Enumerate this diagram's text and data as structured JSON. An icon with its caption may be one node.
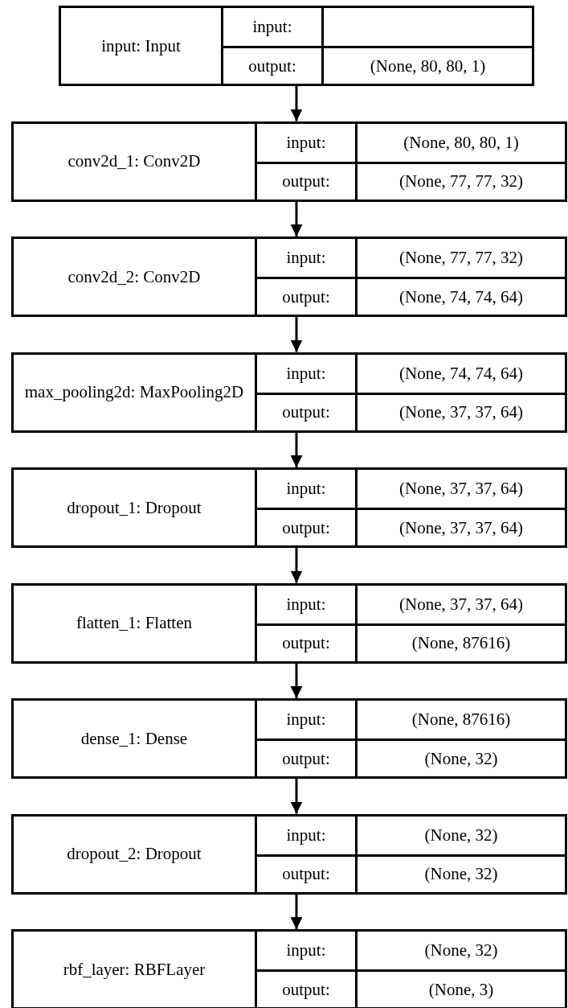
{
  "diagram": {
    "nodes": [
      {
        "text": [
          "input: Input",
          "input:",
          "output:",
          "(None, 80, 80, 1)"
        ]
      },
      {
        "text": [
          "conv2d_1: Conv2D",
          "input:",
          "(None, 80, 80, 1)",
          "output:",
          "(None, 77, 77, 32)"
        ]
      },
      {
        "text": [
          "conv2d_2: Conv2D",
          "input:",
          "(None, 77, 77, 32)",
          "output:",
          "(None, 74, 74, 64)"
        ]
      },
      {
        "text": [
          "max_pooling2d: MaxPooling2D",
          "input:",
          "(None, 74, 74, 64)",
          "output:",
          "(None, 37, 37, 64)"
        ]
      },
      {
        "text": [
          "dropout_1: Dropout",
          "input:",
          "(None, 37, 37, 64)",
          "output:",
          "(None, 37, 37, 64)"
        ]
      },
      {
        "text": [
          "flatten_1: Flatten",
          "input:",
          "(None, 37, 37, 64)",
          "output:",
          "(None, 87616)"
        ]
      },
      {
        "text": [
          "dense_1: Dense",
          "input:",
          "(None, 87616)",
          "output:",
          "(None, 32)"
        ]
      },
      {
        "text": [
          "dropout_2: Dropout",
          "input:",
          "(None, 32)",
          "output:",
          "(None, 32)"
        ]
      },
      {
        "text": [
          "rbf_layer: RBFLayer",
          "input:",
          "(None, 32)",
          "output:",
          "(None, 3)"
        ]
      }
    ],
    "edges": [
      {
        "from": 0,
        "to": 1,
        "arrow": "to"
      },
      {
        "from": 1,
        "to": 2,
        "arrow": "to"
      },
      {
        "from": 2,
        "to": 3,
        "arrow": "to"
      },
      {
        "from": 3,
        "to": 4,
        "arrow": "to"
      },
      {
        "from": 4,
        "to": 5,
        "arrow": "to"
      },
      {
        "from": 5,
        "to": 6,
        "arrow": "to"
      },
      {
        "from": 6,
        "to": 7,
        "arrow": "to"
      },
      {
        "from": 7,
        "to": 8,
        "arrow": "to"
      }
    ]
  }
}
